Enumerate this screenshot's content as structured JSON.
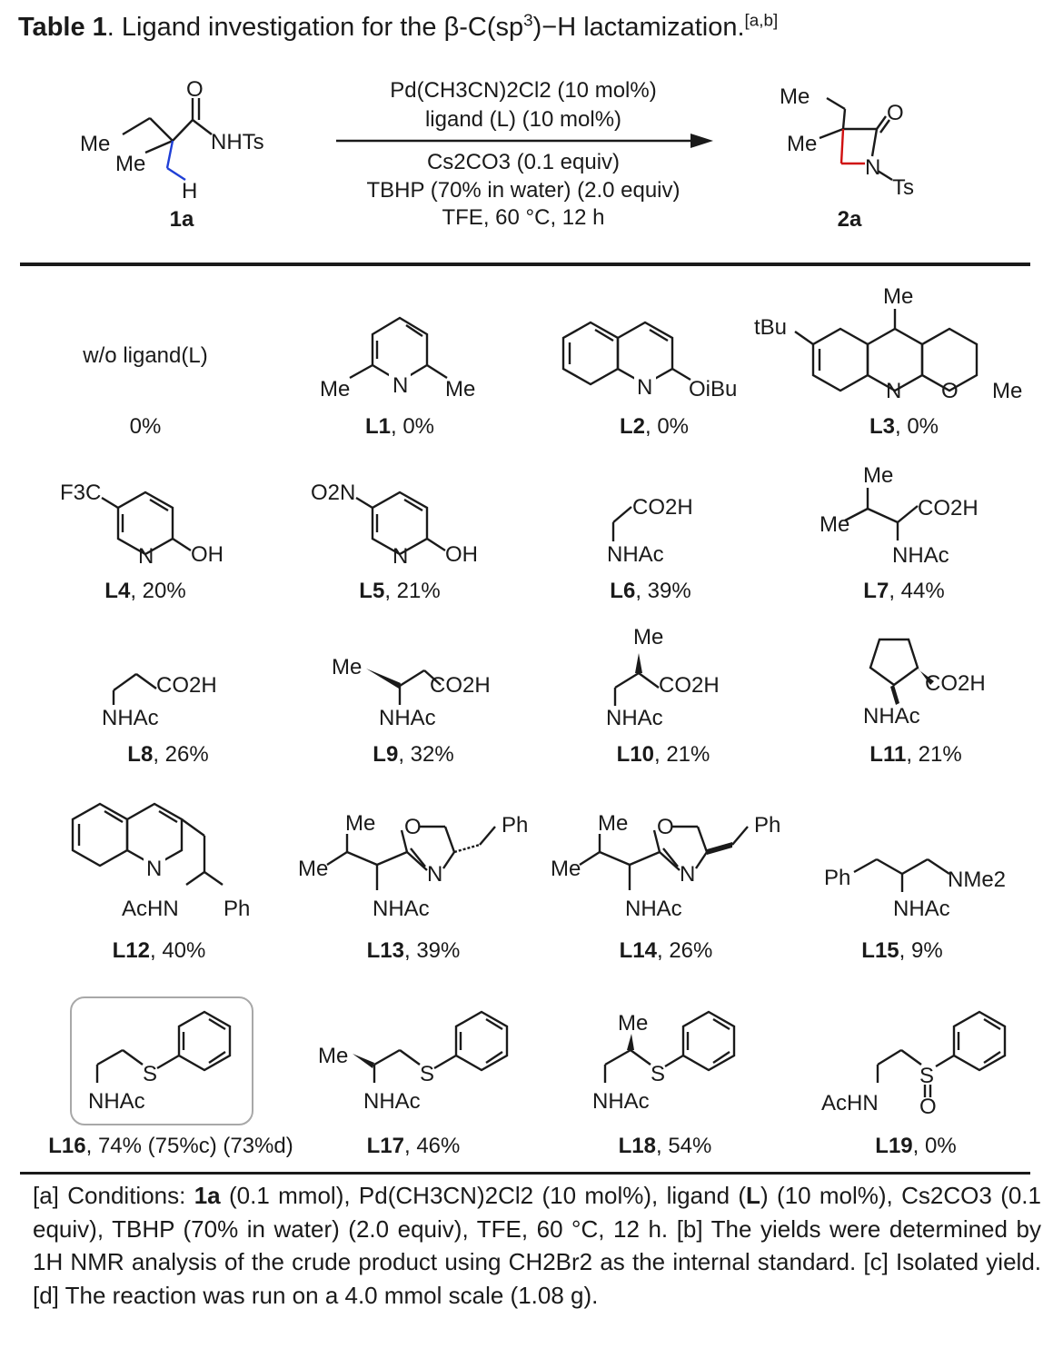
{
  "title": {
    "label": "Table 1",
    "text": ". Ligand investigation for the β-C(sp",
    "sup": "3",
    "text2": ")−H lactamization.",
    "notes": "[a,b]"
  },
  "scheme": {
    "reactant_label": "1a",
    "product_label": "2a",
    "conditions_above": [
      "Pd(CH3CN)2Cl2 (10 mol%)",
      "ligand (L) (10 mol%)"
    ],
    "conditions_below": [
      "Cs2CO3 (0.1 equiv)",
      "TBHP (70% in water) (2.0 equiv)",
      "TFE, 60 °C, 12 h"
    ],
    "atoms": {
      "me": "Me",
      "o": "O",
      "n": "N",
      "nhts": "NHTs",
      "h": "H",
      "ts": "Ts"
    }
  },
  "ligands": [
    {
      "id": "none",
      "caption": "w/o ligand(L)",
      "yield": "0%"
    },
    {
      "id": "L1",
      "yield": "0%"
    },
    {
      "id": "L2",
      "yield": "0%"
    },
    {
      "id": "L3",
      "yield": "0%"
    },
    {
      "id": "L4",
      "yield": "20%"
    },
    {
      "id": "L5",
      "yield": "21%"
    },
    {
      "id": "L6",
      "yield": "39%"
    },
    {
      "id": "L7",
      "yield": "44%"
    },
    {
      "id": "L8",
      "yield": "26%"
    },
    {
      "id": "L9",
      "yield": "32%"
    },
    {
      "id": "L10",
      "yield": "21%"
    },
    {
      "id": "L11",
      "yield": "21%"
    },
    {
      "id": "L12",
      "yield": "40%"
    },
    {
      "id": "L13",
      "yield": "39%"
    },
    {
      "id": "L14",
      "yield": "26%"
    },
    {
      "id": "L15",
      "yield": "9%"
    },
    {
      "id": "L16",
      "yield": "74%",
      "extra": "(75%c) (73%d)"
    },
    {
      "id": "L17",
      "yield": "46%"
    },
    {
      "id": "L18",
      "yield": "54%"
    },
    {
      "id": "L19",
      "yield": "0%"
    }
  ],
  "groups": {
    "me": "Me",
    "n": "N",
    "o": "O",
    "s": "S",
    "oh": "OH",
    "co2h": "CO2H",
    "nhac": "NHAc",
    "achn": "AcHN",
    "ph": "Ph",
    "nme2": "NMe2",
    "f3c": "F3C",
    "o2n": "O2N",
    "oibu": "OiBu",
    "tbu": "tBu"
  },
  "footnote": {
    "a_pre": "[a] Conditions: ",
    "a_bold": "1a",
    "a_text": " (0.1 mmol), Pd(CH3CN)2Cl2 (10 mol%), ligand (",
    "a_bold2": "L",
    "a_text2": ") (10 mol%), Cs2CO3 (0.1 equiv), TBHP (70% in water) (2.0 equiv), TFE, 60 °C, 12 h.",
    "b": "[b] The yields were determined by 1H NMR analysis of the crude product using CH2Br2 as the internal standard.",
    "c": "[c] Isolated yield.",
    "d": "[d] The reaction was run on a 4.0 mmol scale (1.08 g)."
  }
}
